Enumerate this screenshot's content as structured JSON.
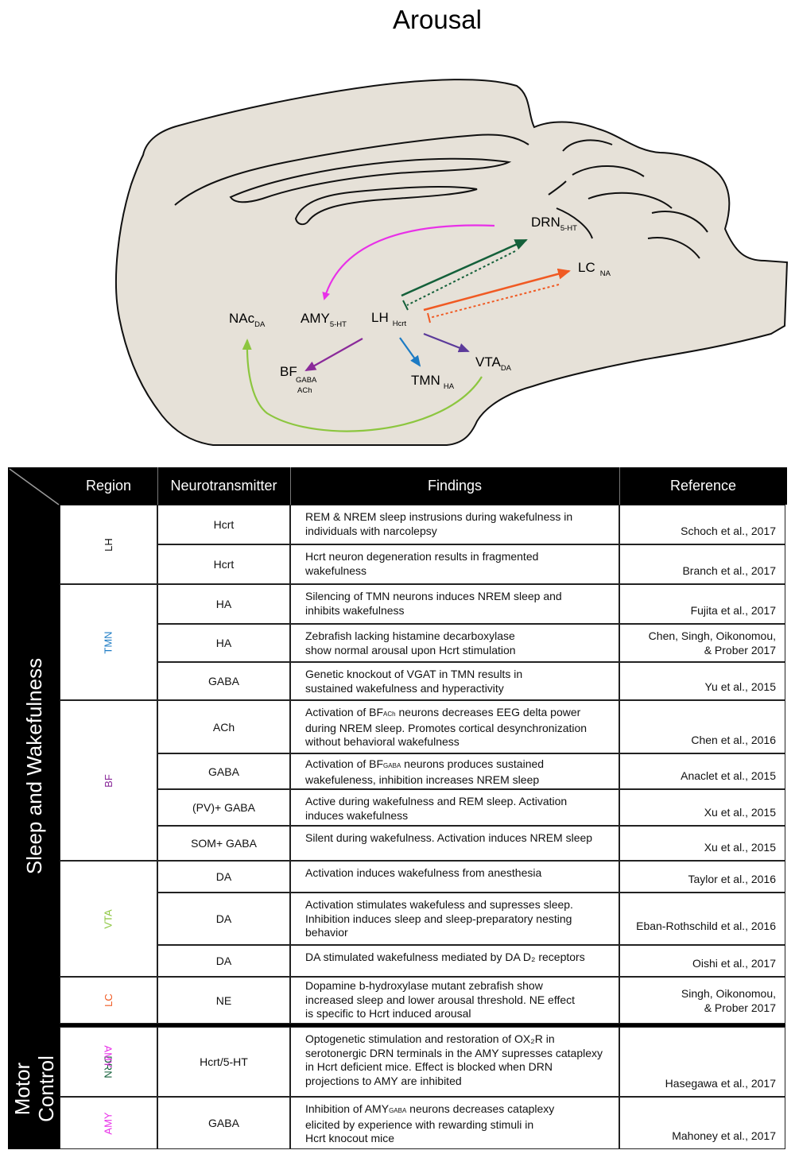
{
  "title": "Arousal",
  "diagram": {
    "regions": {
      "nac": {
        "name": "NAc",
        "sub": "DA"
      },
      "amy": {
        "name": "AMY",
        "sub": "5-HT"
      },
      "lh": {
        "name": "LH",
        "sub": "Hcrt"
      },
      "bf": {
        "name": "BF",
        "sub1": "GABA",
        "sub2": "ACh"
      },
      "tmn": {
        "name": "TMN",
        "sub": "HA"
      },
      "vta": {
        "name": "VTA",
        "sub": "DA"
      },
      "drn": {
        "name": "DRN",
        "sub": "5-HT"
      },
      "lc": {
        "name": "LC",
        "sub": "NA"
      }
    },
    "colors": {
      "brain_fill": "#e6e1d8",
      "magenta": "#e830e8",
      "dark_green": "#14603a",
      "orange": "#f05a23",
      "purple": "#8a2a9a",
      "blue": "#1c7bc4",
      "violet": "#5b3a9a",
      "light_green": "#8cc63f"
    }
  },
  "table": {
    "section_labels": {
      "sleep": "Sleep and Wakefulness",
      "motor_line1": "Motor",
      "motor_line2": "Control"
    },
    "headers": {
      "region": "Region",
      "neurotransmitter": "Neurotransmitter",
      "findings": "Findings",
      "reference": "Reference"
    },
    "region_labels": {
      "lh": "LH",
      "tmn": "TMN",
      "bf": "BF",
      "vta": "VTA",
      "lc": "LC",
      "drn_amy_1": "DRN",
      "drn_amy_2": "AMY",
      "amy": "AMY"
    },
    "region_colors": {
      "lh": "#111111",
      "tmn": "#1c7bc4",
      "bf": "#8a2a9a",
      "vta": "#8cc63f",
      "lc": "#f05a23",
      "drn": "#14603a",
      "amy": "#e830e8"
    },
    "rows": [
      {
        "nt": "Hcrt",
        "f1": "REM & NREM sleep instrusions during wakefulness in",
        "f2": "individuals with narcolepsy",
        "ref": "Schoch et al., 2017"
      },
      {
        "nt": "Hcrt",
        "f1": "Hcrt neuron degeneration results in fragmented",
        "f2": "wakefulness",
        "ref": "Branch et al., 2017"
      },
      {
        "nt": "HA",
        "f1": "Silencing of TMN neurons induces NREM sleep and",
        "f2": "inhibits wakefulness",
        "ref": "Fujita et al., 2017"
      },
      {
        "nt": "HA",
        "f1": "Zebrafish lacking histamine decarboxylase",
        "f2": "show normal arousal upon Hcrt stimulation",
        "ref1": "Chen, Singh, Oikonomou,",
        "ref2": "& Prober 2017"
      },
      {
        "nt": "GABA",
        "f1": "Genetic knockout of VGAT in TMN results in",
        "f2": "sustained wakefulness and hyperactivity",
        "ref": "Yu et al., 2015"
      },
      {
        "nt": "ACh",
        "f1a": "Activation of BF",
        "f1sub": "ACh",
        "f1b": " neurons decreases EEG delta power",
        "f2": "during NREM sleep. Promotes cortical desynchronization",
        "f3": "without behavioral wakefulness",
        "ref": "Chen et al., 2016"
      },
      {
        "nt": "GABA",
        "f1a": "Activation of BF",
        "f1sub": "GABA",
        "f1b": " neurons produces sustained",
        "f2": "wakefuleness, inhibition increases NREM sleep",
        "ref": "Anaclet et al., 2015"
      },
      {
        "nt": "(PV)+ GABA",
        "f1": "Active during wakefulness and REM sleep.  Activation",
        "f2": "induces wakefulness",
        "ref": "Xu et al., 2015"
      },
      {
        "nt": "SOM+ GABA",
        "f1": "Silent during wakefulness. Activation induces NREM sleep",
        "ref": "Xu et al., 2015"
      },
      {
        "nt": "DA",
        "f1": "Activation induces wakefulness from anesthesia",
        "ref": "Taylor et al., 2016"
      },
      {
        "nt": "DA",
        "f1": "Activation stimulates wakefuless and supresses sleep.",
        "f2": "Inhibition induces sleep and sleep-preparatory nesting",
        "f3": "behavior",
        "ref": "Eban-Rothschild et al., 2016"
      },
      {
        "nt": "DA",
        "f1": "DA stimulated wakefulness mediated by DA D₂ receptors",
        "ref": "Oishi et al., 2017"
      },
      {
        "nt": "NE",
        "f1": "Dopamine b-hydroxylase mutant zebrafish show",
        "f2": "increased sleep and lower arousal threshold.  NE effect",
        "f3": "is specific to Hcrt induced arousal",
        "ref1": "Singh, Oikonomou,",
        "ref2": "& Prober 2017"
      },
      {
        "nt": "Hcrt/5-HT",
        "f1": "Optogenetic stimulation and restoration of OX₂R in",
        "f2": "serotonergic DRN terminals in the AMY supresses cataplexy",
        "f3": "in Hcrt deficient mice. Effect is blocked when DRN",
        "f4": "projections to AMY are inhibited",
        "ref": "Hasegawa et al., 2017"
      },
      {
        "nt": "GABA",
        "f1a": "Inhibition of AMY",
        "f1sub": "GABA",
        "f1b": " neurons decreases cataplexy",
        "f2": "elicited by experience with rewarding stimuli in",
        "f3": "Hcrt knocout mice",
        "ref": "Mahoney et al., 2017"
      }
    ]
  }
}
